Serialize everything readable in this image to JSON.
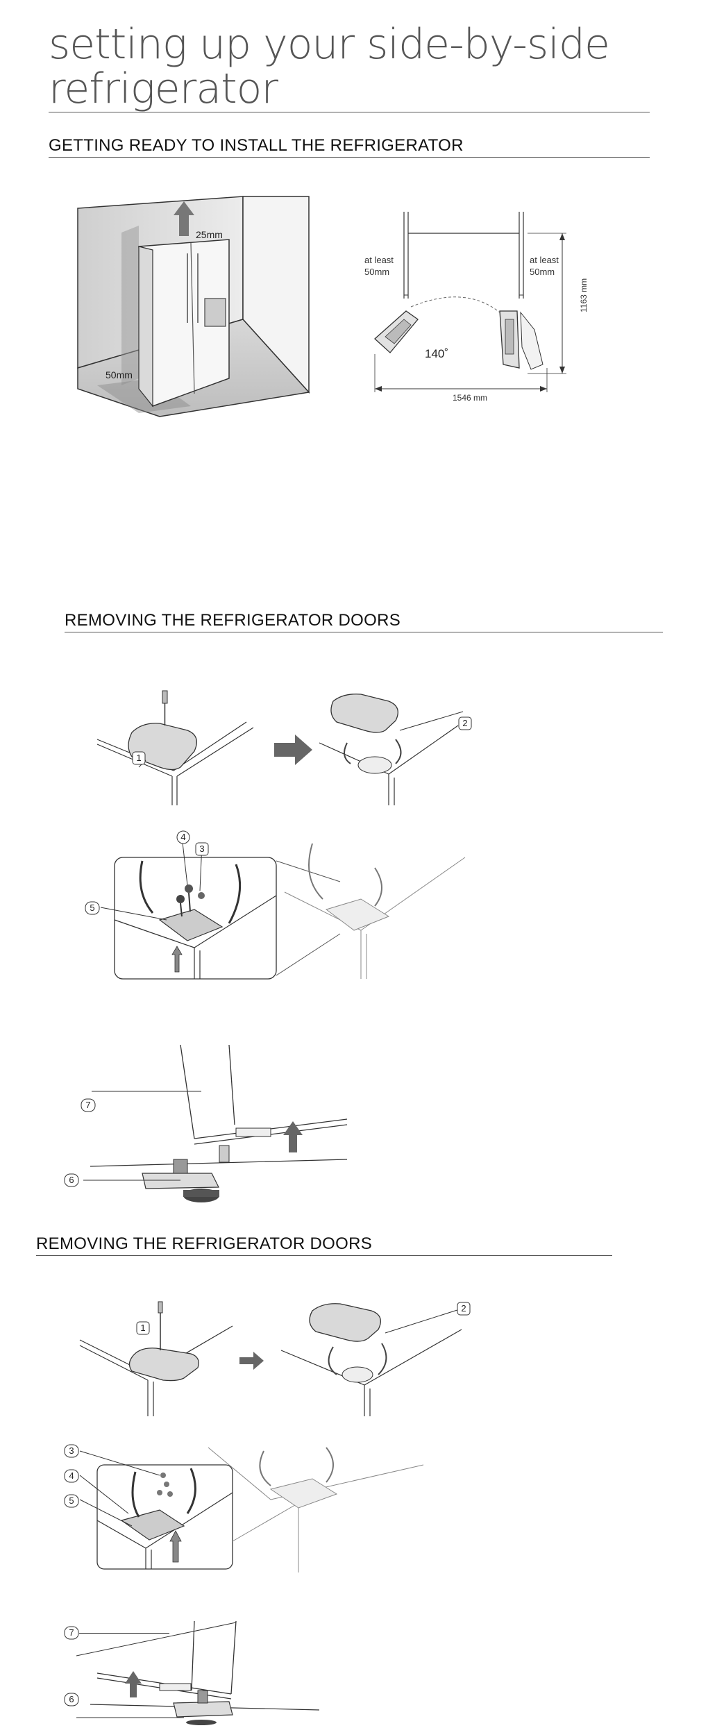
{
  "title": {
    "line1": "setting up your side-by-side",
    "line2": "refrigerator"
  },
  "sections": {
    "install": {
      "heading": "GETTING READY TO INSTALL THE REFRIGERATOR"
    },
    "remove1": {
      "heading": "REMOVING THE REFRIGERATOR DOORS"
    },
    "remove2": {
      "heading": "REMOVING THE REFRIGERATOR DOORS"
    }
  },
  "install_figure": {
    "room": {
      "top_clearance": "25mm",
      "side_clearance": "50mm"
    },
    "door_plan": {
      "left_clearance": [
        "at least",
        "50mm"
      ],
      "right_clearance": [
        "at least",
        "50mm"
      ],
      "angle": "140˚",
      "depth": "1163 mm",
      "width": "1546 mm"
    }
  },
  "callouts": {
    "remove1": {
      "c1": "1",
      "c2": "2",
      "c3": "3",
      "c4": "4",
      "c5": "5",
      "c6": "6",
      "c7": "7"
    },
    "remove2": {
      "c1": "1",
      "c2": "2",
      "c3": "3",
      "c4": "4",
      "c5": "5",
      "c6": "6",
      "c7": "7"
    }
  }
}
